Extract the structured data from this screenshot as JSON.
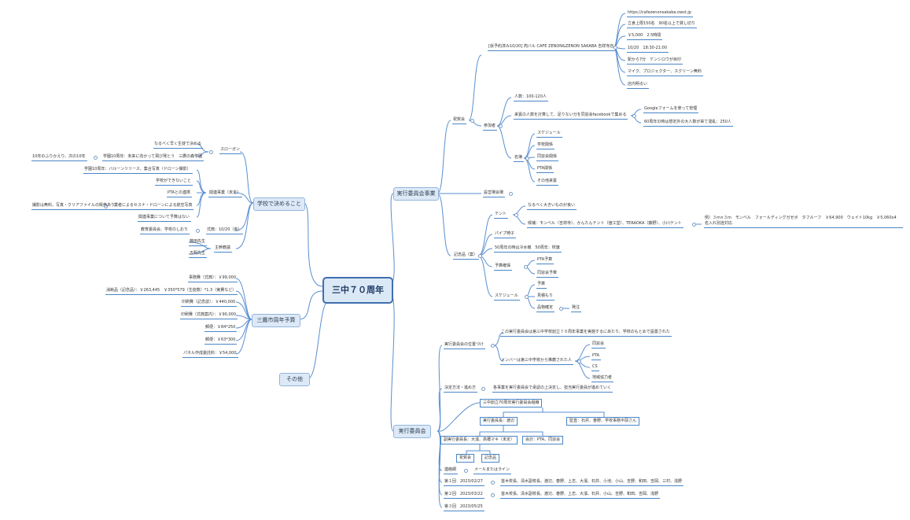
{
  "root": "三中７０周年",
  "branches": {
    "gakko": "学校で決めること",
    "yosan": "三鷹市周年予算",
    "sonota": "その他",
    "jigyo": "実行委員会事業",
    "iinkai": "実行委員会"
  },
  "gakko": {
    "slogan": "スローガン",
    "slogan_a": "なるべく早く生徒で決める",
    "slogan_b": "学園10周年：未来に向かって飛び発とう　三鷹の森学園",
    "slogan_c": "10年のふりかえり、次の10年",
    "kanren": "関連事業（未定）",
    "kanren_a": "学園10周年：バルーンリリース、集合写真（ドローン撮影）",
    "kanren_b": "学校ができないこと",
    "kanren_c": "PTAとの連携",
    "kanren_d": "業者によるセスナ・ドローンによる航空写真",
    "kanren_d2": "撮影は無料。写真・クリアファイルの販売あり",
    "kanren_e": "関連事業について予算はない",
    "kyoiku": "教育委員会、学校のしおり",
    "shikiten": "式典：10/20（金）",
    "shusai": "主幹教諭",
    "shusai_a": "藤田先生",
    "shusai_b": "五明先生"
  },
  "yosan": {
    "a": "事務費（式典）：￥99,000",
    "b": "消耗品（記念品）：￥263,445　￥350*579（生徒数）*1.3（実費など）",
    "c": "印刷費（記念誌）：￥440,000",
    "d": "印刷費（式典案内）：￥90,000",
    "e": "郵便：￥84*250",
    "f": "郵便：￥63*300",
    "g": "パネル作成委託料：￥54,000"
  },
  "jigyo": {
    "shukugakai": "祝賀会",
    "kaijo": "[仮予約済み10/20] 肉バル CAFE ZENON&ZENON SAKABA 吉祥寺店",
    "kaijo_items": [
      "https://cafezenonsakaba.owst.jp",
      "立食上限150名　90名以上で貸し切り",
      "￥5,000　2.5時間",
      "10/20　18:30-21:00",
      "駅から7分　ケンシロウが目印",
      "マイク、プロジェクター、スクリーン無料",
      "店内明るい"
    ],
    "sankasha": "参加者",
    "ninzu": "人数：100-120人",
    "mikka": "来賓の人数を計算して、足りない分を同窓会facebookで集める",
    "google": "Googleフォームを使って管理",
    "shuunen60": "60周年の時は想定外の大人数が来て混乱：250人",
    "meibo": "名簿",
    "meibo_items": [
      "スケジュール",
      "学校関係",
      "同窓会関係",
      "PTA関係",
      "その他来賓"
    ],
    "kaijo2": "設営場会場",
    "kinenhin": "記念品（案）",
    "tent": "テント",
    "tent_a": "なるべく大きいものが良い",
    "tent_b": "候補：モンベル（吉祥寺）、かんたんテント（値江堂）、TERAOKA（藤野）、小川テント",
    "tent_c": "例）３m×３m　モンベル　フォールディングガゼボ　タフルーフ　￥64,900　ウェイト10kg　￥5,060x4　名入れ別途対応",
    "pipe": "パイプ椅子",
    "shuunen50": "50周年の時は冷水機　50周年：校旗",
    "yosan_kakuho": "予算確保",
    "pta_yosan": "PTA予算",
    "dosokai_yosan": "同窓会予算",
    "schedule": "スケジュール",
    "s_yosan": "予算",
    "s_mitsumori": "見積もり",
    "s_kettei": "品物確定",
    "s_hatchu": "発注"
  },
  "iinkai": {
    "ichizuke": "実行委員会の位置づけ",
    "ichizuke_a": "この実行委員会は第三中学校創立７０周年事業を実施するにあたり、学校のもとめで設置された",
    "member": "メンバーは第三中学校から推薦された人",
    "member_items": [
      "同窓会",
      "PTA",
      "CS",
      "地域協力者"
    ],
    "kettei": "決定方法・進め方",
    "kettei_a": "各事業を実行委員会で承認の上決定し、担当実行委員が進めていく",
    "soshiki_title": "三中創立70周年実行委員会組織",
    "iincho": "実行委員長：渡辺",
    "kansa": "監査：石井、春野、学校事務平岡さん",
    "fuku": "副実行委員長：大濱、高橋マキ（未定）",
    "kaikei": "会計：PTA、同窓会",
    "shukuga": "祝賀会",
    "kinen": "記念品",
    "renraku": "連絡網",
    "renraku_a": "メールまたはライン",
    "kai1": "第１回　2023/02/27",
    "kai1_a": "首木校長、清水副校長、渡辺、春野、上志、大濱、石井、小池、小山、吉野、和田、吉岡、三村、浅野",
    "kai2": "第２回　2023/03/22",
    "kai2_a": "首木校長、清水副校長、渡辺、春野、上志、大濱、石井、小山、吉野、和田、吉岡、浅野",
    "kai3": "第３回　2023/05/25"
  }
}
